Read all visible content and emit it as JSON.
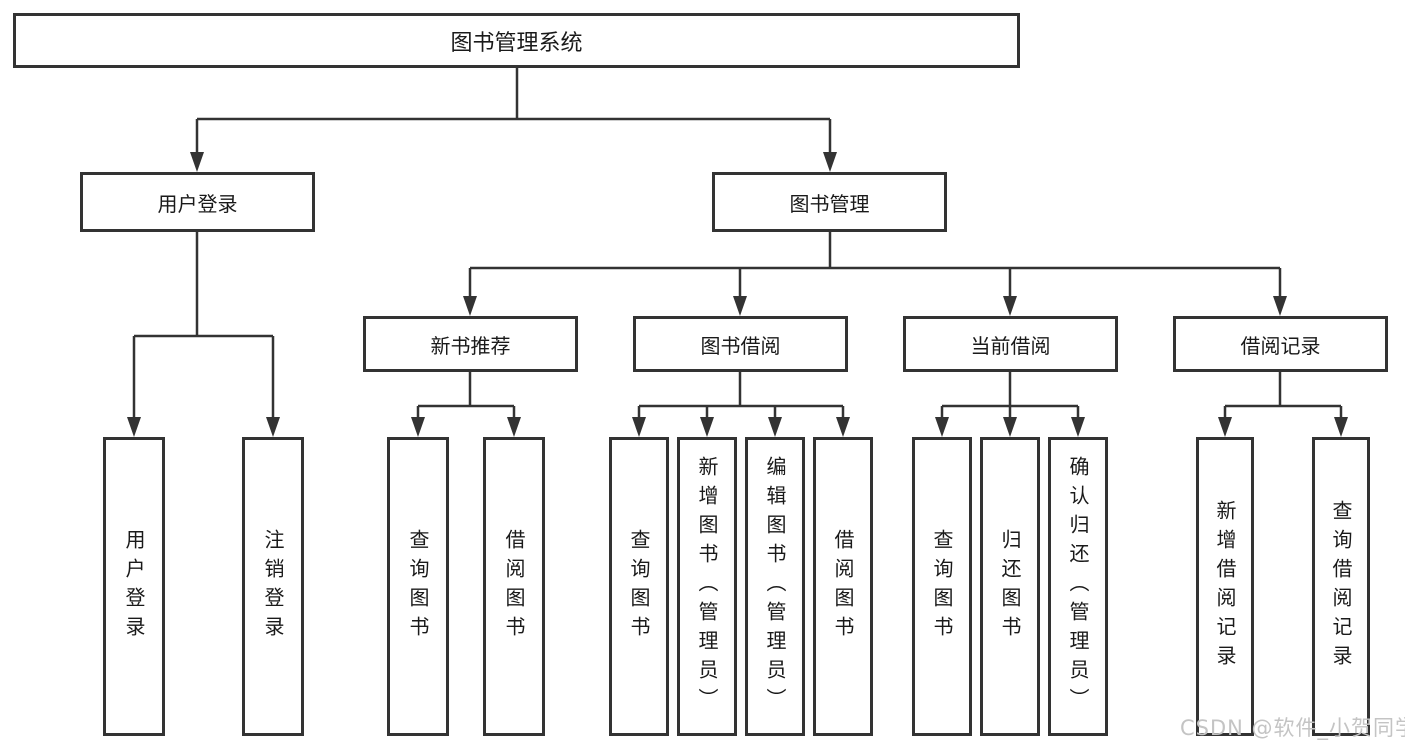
{
  "diagram": {
    "title_node": "图书管理系统",
    "tree": {
      "root": {
        "label": "图书管理系统"
      },
      "children": [
        {
          "label": "用户登录",
          "children": [
            {
              "label": "用户登录"
            },
            {
              "label": "注销登录"
            }
          ]
        },
        {
          "label": "图书管理",
          "children": [
            {
              "label": "新书推荐",
              "children": [
                {
                  "label": "查询图书"
                },
                {
                  "label": "借阅图书"
                }
              ]
            },
            {
              "label": "图书借阅",
              "children": [
                {
                  "label": "查询图书"
                },
                {
                  "label": "新增图书（管理员）"
                },
                {
                  "label": "编辑图书（管理员）"
                },
                {
                  "label": "借阅图书"
                }
              ]
            },
            {
              "label": "当前借阅",
              "children": [
                {
                  "label": "查询图书"
                },
                {
                  "label": "归还图书"
                },
                {
                  "label": "确认归还（管理员）"
                }
              ]
            },
            {
              "label": "借阅记录",
              "children": [
                {
                  "label": "新增借阅记录"
                },
                {
                  "label": "查询借阅记录"
                }
              ]
            }
          ]
        }
      ]
    }
  },
  "watermark": {
    "text": "CSDN @软件_小贺同学"
  },
  "colors": {
    "line": "#333333",
    "box_border": "#333333",
    "box_background": "#ffffff",
    "text": "#1a1a1a",
    "watermark": "#c4c4c4"
  }
}
